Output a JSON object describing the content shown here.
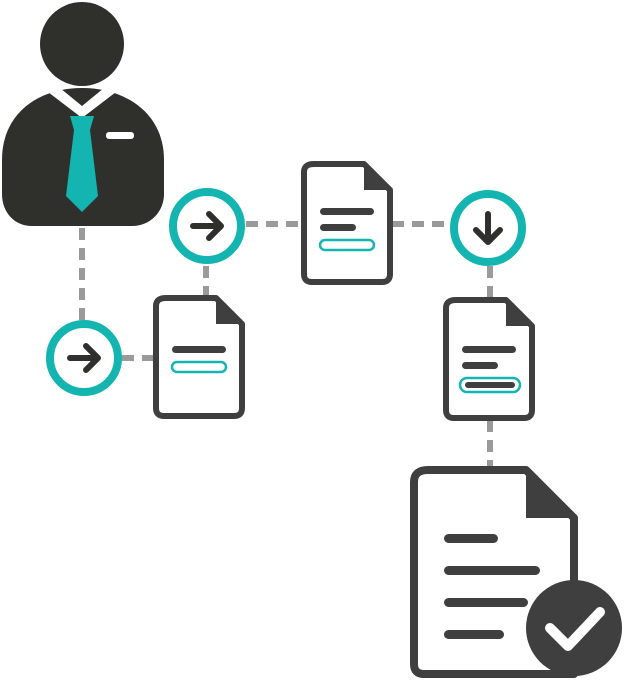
{
  "diagram": {
    "type": "document-workflow",
    "colors": {
      "dark": "#2f2f2c",
      "doc_outline": "#3f3f3f",
      "accent": "#14b5b0",
      "connector": "#9a9a9a",
      "paper": "#ffffff"
    },
    "nodes": [
      {
        "id": "user",
        "icon": "businessman-icon"
      },
      {
        "id": "step-1",
        "icon": "arrow-right-circle-icon"
      },
      {
        "id": "doc-1",
        "icon": "document-icon"
      },
      {
        "id": "step-2",
        "icon": "arrow-right-circle-icon"
      },
      {
        "id": "doc-2",
        "icon": "document-icon"
      },
      {
        "id": "step-3",
        "icon": "arrow-down-circle-icon"
      },
      {
        "id": "doc-3",
        "icon": "document-icon"
      },
      {
        "id": "doc-approved",
        "icon": "document-check-icon"
      }
    ],
    "edges": [
      [
        "user",
        "step-1"
      ],
      [
        "step-1",
        "doc-1"
      ],
      [
        "doc-1",
        "step-2"
      ],
      [
        "step-2",
        "doc-2"
      ],
      [
        "doc-2",
        "step-3"
      ],
      [
        "step-3",
        "doc-3"
      ],
      [
        "doc-3",
        "doc-approved"
      ]
    ]
  }
}
